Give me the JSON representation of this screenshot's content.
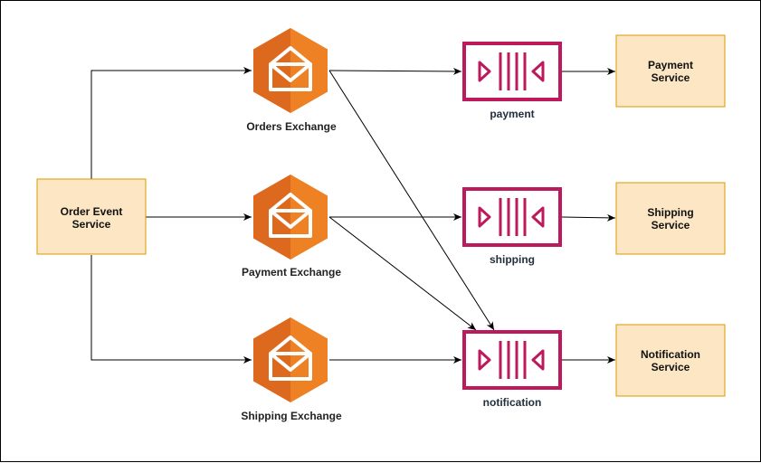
{
  "colors": {
    "service_fill": "#fce6c4",
    "service_stroke": "#d79b00",
    "exchange_dark": "#c8511b",
    "exchange_light": "#f08a24",
    "queue": "#bc1a5c",
    "line": "#000000"
  },
  "source": {
    "label_line1": "Order Event",
    "label_line2": "Service"
  },
  "exchanges": [
    {
      "label": "Orders Exchange",
      "icon": "exchange-icon"
    },
    {
      "label": "Payment Exchange",
      "icon": "exchange-icon"
    },
    {
      "label": "Shipping Exchange",
      "icon": "exchange-icon"
    }
  ],
  "queues": [
    {
      "label": "payment",
      "icon": "queue-icon"
    },
    {
      "label": "shipping",
      "icon": "queue-icon"
    },
    {
      "label": "notification",
      "icon": "queue-icon"
    }
  ],
  "services": [
    {
      "label_line1": "Payment",
      "label_line2": "Service"
    },
    {
      "label_line1": "Shipping",
      "label_line2": "Service"
    },
    {
      "label_line1": "Notification",
      "label_line2": "Service"
    }
  ]
}
